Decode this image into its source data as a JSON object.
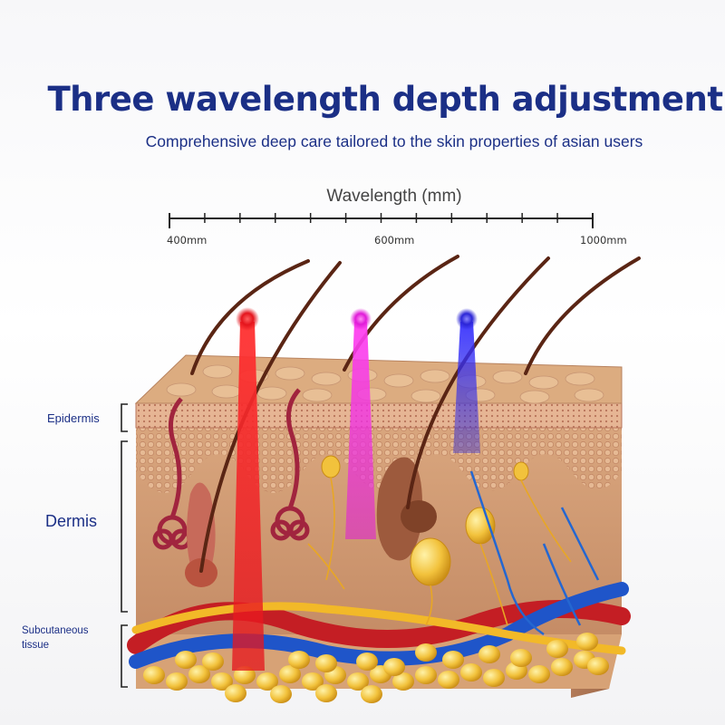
{
  "header": {
    "title": "Three wavelength depth adjustment",
    "subtitle": "Comprehensive deep care tailored to the skin properties of asian users"
  },
  "scale": {
    "title": "Wavelength (mm)",
    "ticks": [
      "400mm",
      "600mm",
      "1000mm"
    ]
  },
  "layers": {
    "epidermis": "Epidermis",
    "dermis": "Dermis",
    "subcutaneous_line1": "Subcutaneous",
    "subcutaneous_line2": "tissue"
  },
  "beams": [
    {
      "color": "#e4141c",
      "label": "red-light"
    },
    {
      "color": "#e01ad8",
      "label": "magenta-light"
    },
    {
      "color": "#2b25d6",
      "label": "blue-light"
    }
  ]
}
